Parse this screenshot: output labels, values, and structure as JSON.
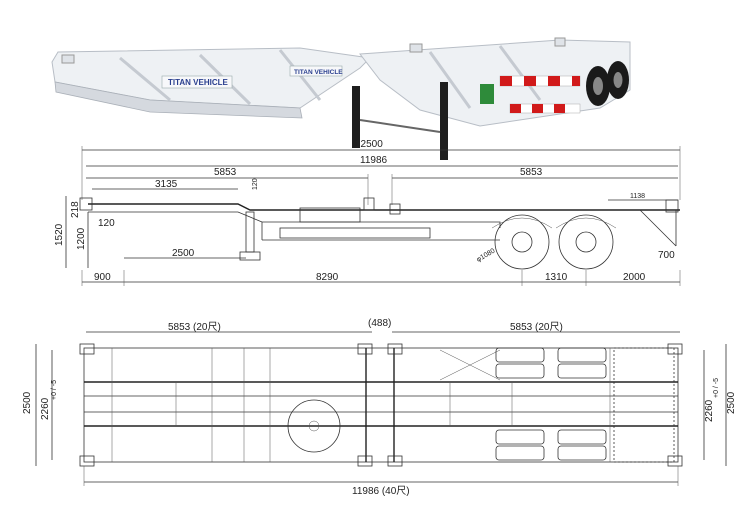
{
  "photo": {
    "brand_text_1": "TITAN VEHICLE",
    "brand_text_2": "TITAN VEHICLE"
  },
  "side_view": {
    "overall_length": "12500",
    "frame_length": "11986",
    "left_bay": "5853",
    "right_bay": "5853",
    "kingpin_offset": "3135",
    "step_height": "120",
    "rear_overhang_top": "1138",
    "height_total": "1520",
    "height_kingpin": "1200",
    "height_front": "218",
    "front_lug": "120",
    "landing_gear": "2500",
    "tire_label": "φ1080",
    "rear_end": "700",
    "front_overhang": "900",
    "wheelbase": "8290",
    "axle_spread": "1310",
    "rear_overhang": "2000"
  },
  "top_view": {
    "left_bay": "5853 (20尺)",
    "right_bay": "5853 (20尺)",
    "center_gap": "(488)",
    "width_left_outer": "2500",
    "width_left_inner": "2260",
    "width_left_tol": "+0 / -5",
    "width_right_outer": "2500",
    "width_right_inner": "2260",
    "width_right_tol": "+0 / -5",
    "frame_length": "11986 (40尺)"
  }
}
